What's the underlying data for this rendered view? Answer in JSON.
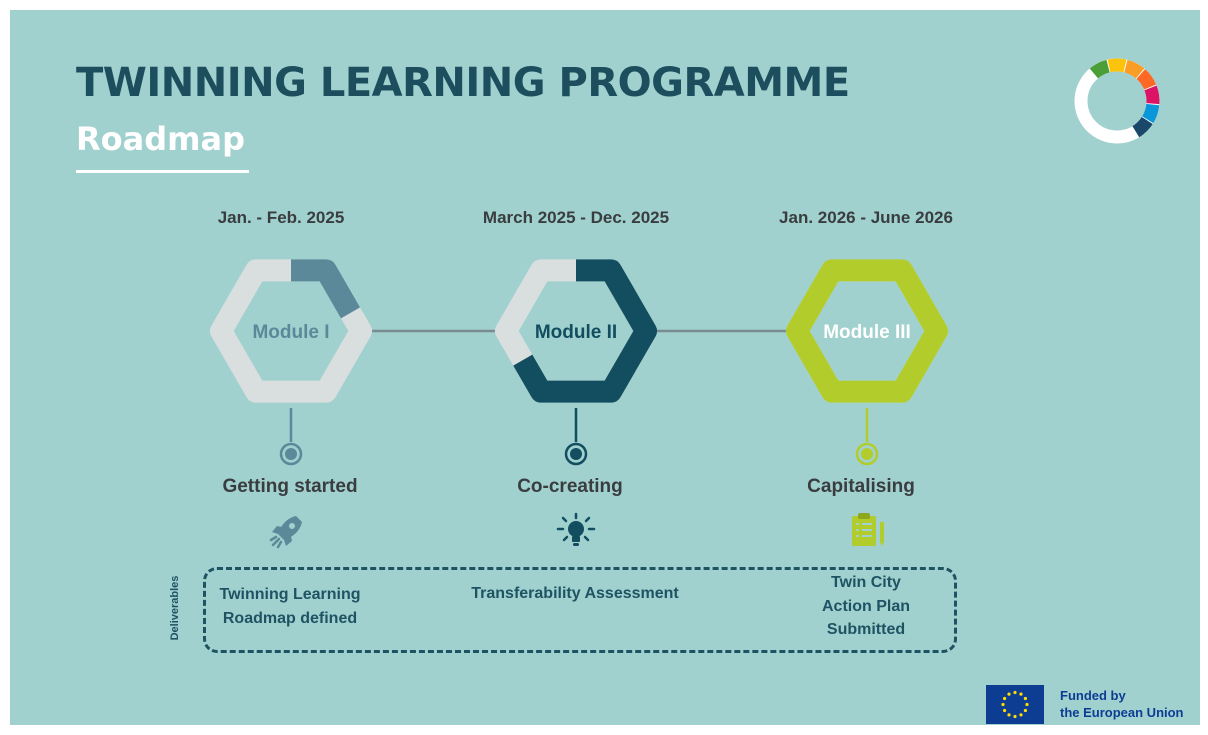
{
  "header": {
    "title": "TWINNING LEARNING PROGRAMME",
    "subtitle": "Roadmap"
  },
  "modules": [
    {
      "label": "Module I",
      "period": "Jan. - Feb. 2025",
      "phase": "Getting started",
      "icon": "rocket-icon",
      "progress": 0.2,
      "color": "#5b8999"
    },
    {
      "label": "Module II",
      "period": "March 2025 - Dec. 2025",
      "phase": "Co-creating",
      "icon": "lightbulb-icon",
      "progress": 0.67,
      "color": "#124e5f"
    },
    {
      "label": "Module III",
      "period": "Jan. 2026 - June 2026",
      "phase": "Capitalising",
      "icon": "clipboard-icon",
      "progress": 1.0,
      "color": "#b2cc2b"
    }
  ],
  "deliverables": {
    "label": "Deliverables",
    "items": [
      {
        "lines": [
          "Twinning Learning",
          "Roadmap defined"
        ]
      },
      {
        "lines": [
          "Transferability Assessment"
        ]
      },
      {
        "lines": [
          "Twin City",
          "Action Plan",
          "Submitted"
        ]
      }
    ]
  },
  "footer": {
    "funding_lines": [
      "Funded by",
      "the European Union"
    ]
  },
  "colors": {
    "background": "#a0d1ce",
    "title": "#1c4e5e",
    "ring_base": "#d9dedf",
    "connector": "#7a8b8f",
    "eu_blue": "#0d3c93",
    "eu_yellow": "#ffdd00",
    "sdg_segments": [
      "#4c9f38",
      "#fcc30b",
      "#f99d26",
      "#fd6925",
      "#dd1367",
      "#0a97d9",
      "#19486a"
    ]
  }
}
